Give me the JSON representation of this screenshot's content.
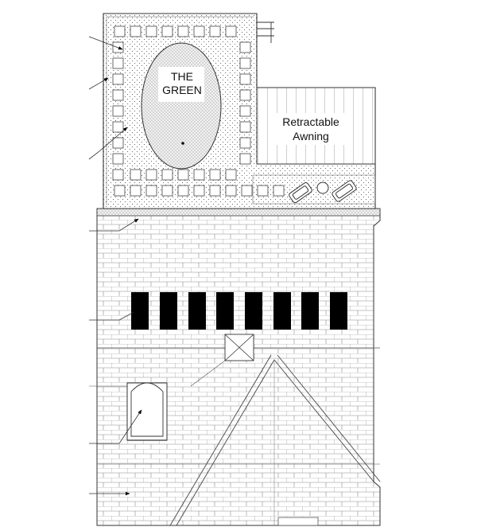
{
  "labels": {
    "green_line1": "THE",
    "green_line2": "GREEN",
    "awning_line1": "Retractable",
    "awning_line2": "Awning"
  },
  "colors": {
    "line": "#333333",
    "fill_dark": "#000000",
    "background": "#ffffff",
    "green_fill": "#e9e9e9"
  },
  "features": {
    "skylight_count": 8,
    "paver_style": "square pavers bordering the green",
    "leader_arrow_count": 7
  }
}
